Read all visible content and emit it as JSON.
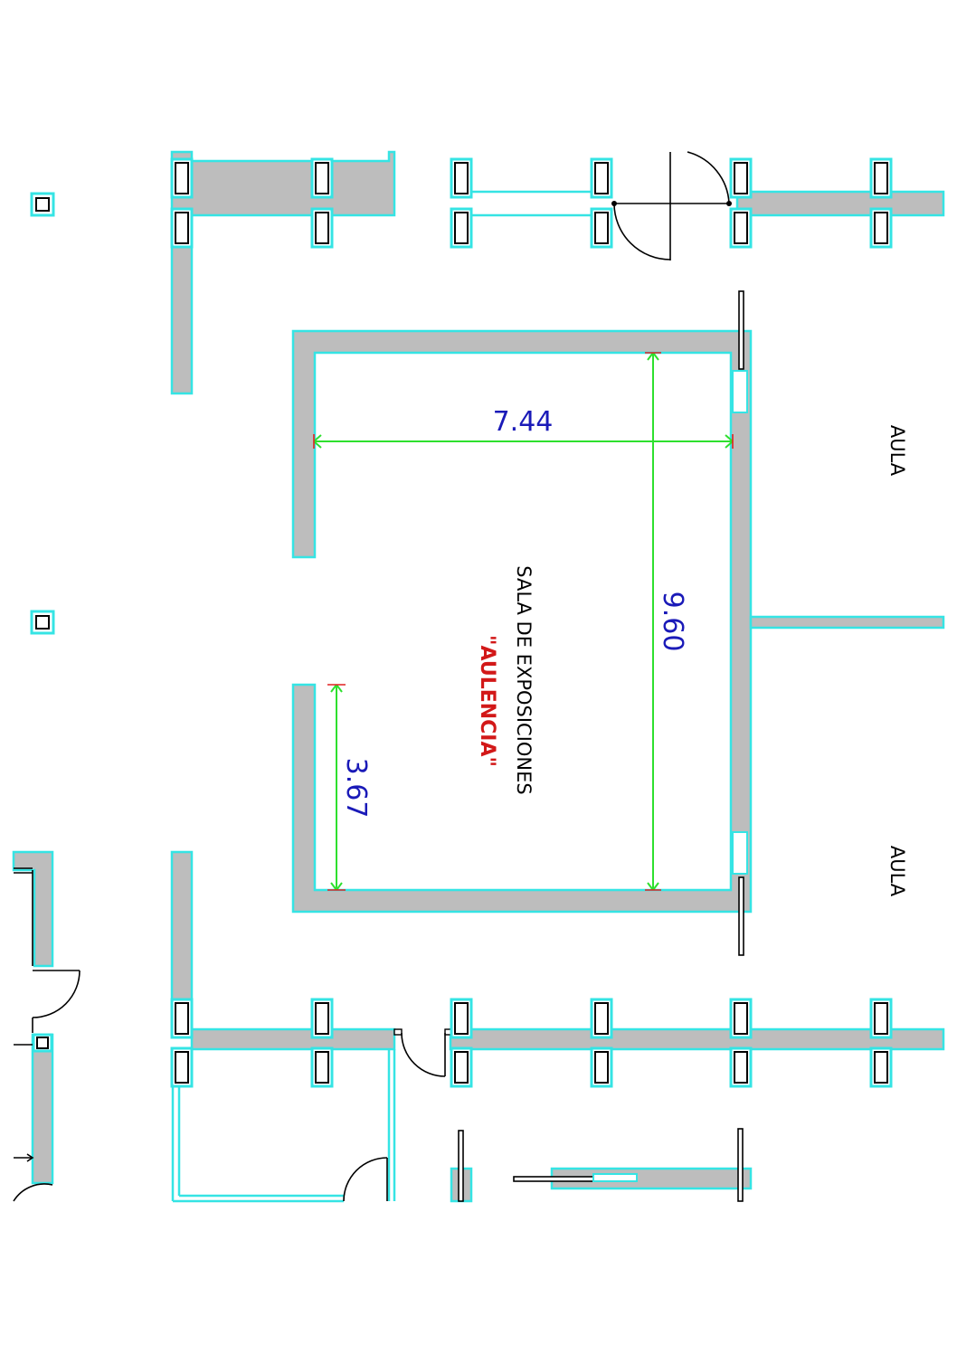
{
  "rooms": {
    "main_name": "SALA DE EXPOSICIONES",
    "main_subtitle": "\"AULENCIA\"",
    "aula_top": "AULA",
    "aula_bottom": "AULA"
  },
  "dimensions": {
    "width": "7.44",
    "length": "9.60",
    "opening": "3.67"
  },
  "colors": {
    "wall_fill": "#bdbdbd",
    "wall_outline": "#35e4e4",
    "dimension_line": "#2ee02e",
    "dimension_text": "#1a1ab8",
    "label_text": "#000000",
    "subtitle_text": "#d21818",
    "tick_marks": "#e02020"
  }
}
